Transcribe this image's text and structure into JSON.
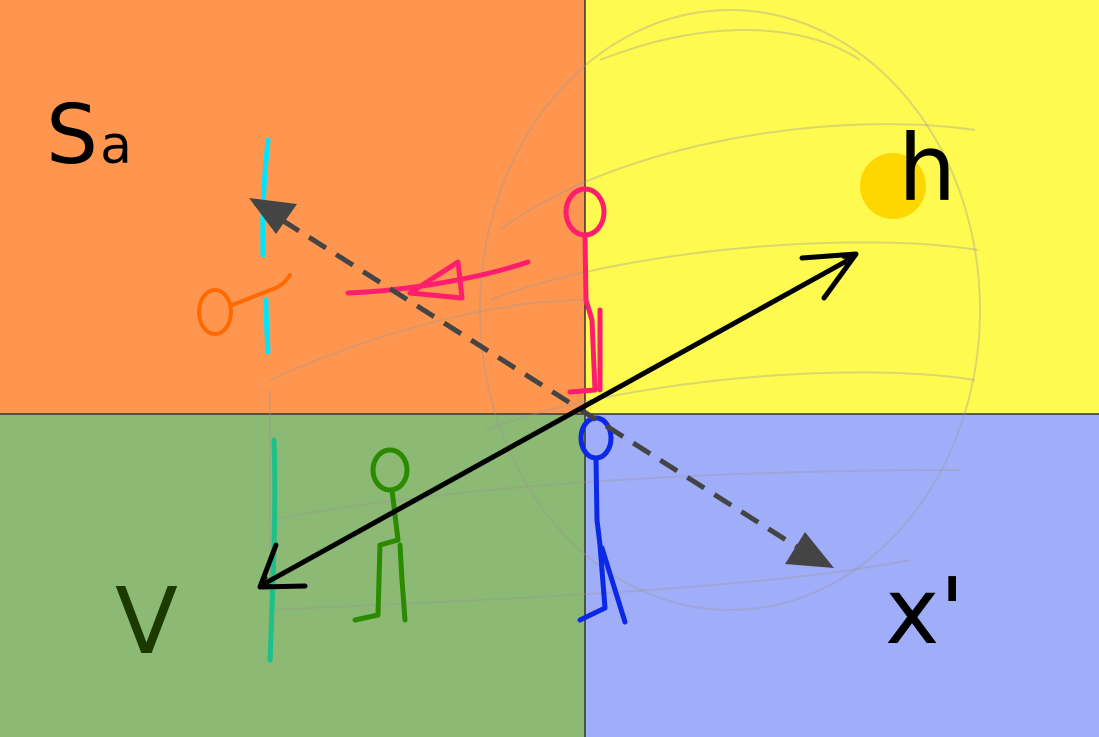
{
  "colors": {
    "q_top_left": "#FF9650",
    "q_top_right": "#FFFA50",
    "q_bottom_left": "#8CB974",
    "q_bottom_right": "#A0AEFA",
    "divider": "#333333",
    "sphere": "#999999",
    "sun": "#FFD700",
    "arrow_solid": "#000000",
    "arrow_dashed": "#444444",
    "figure_top": "#FF1E6E",
    "figure_bottom": "#0A28E6",
    "figure_green": "#2A8A00",
    "figure_orange": "#FF6A00",
    "cyan_line": "#00E5FF",
    "green_line": "#1EC08A",
    "label_dark": "#000000",
    "label_v": "#1A3A00"
  },
  "labels": {
    "s_main": "S",
    "s_sub": "a",
    "h": "h",
    "v": "V",
    "x": "x'"
  },
  "icons": {
    "sun": "sun-icon",
    "figure_top": "stick-figure-icon",
    "figure_bottom": "stick-figure-icon",
    "figure_green": "stick-figure-icon",
    "figure_orange": "stick-figure-icon"
  }
}
